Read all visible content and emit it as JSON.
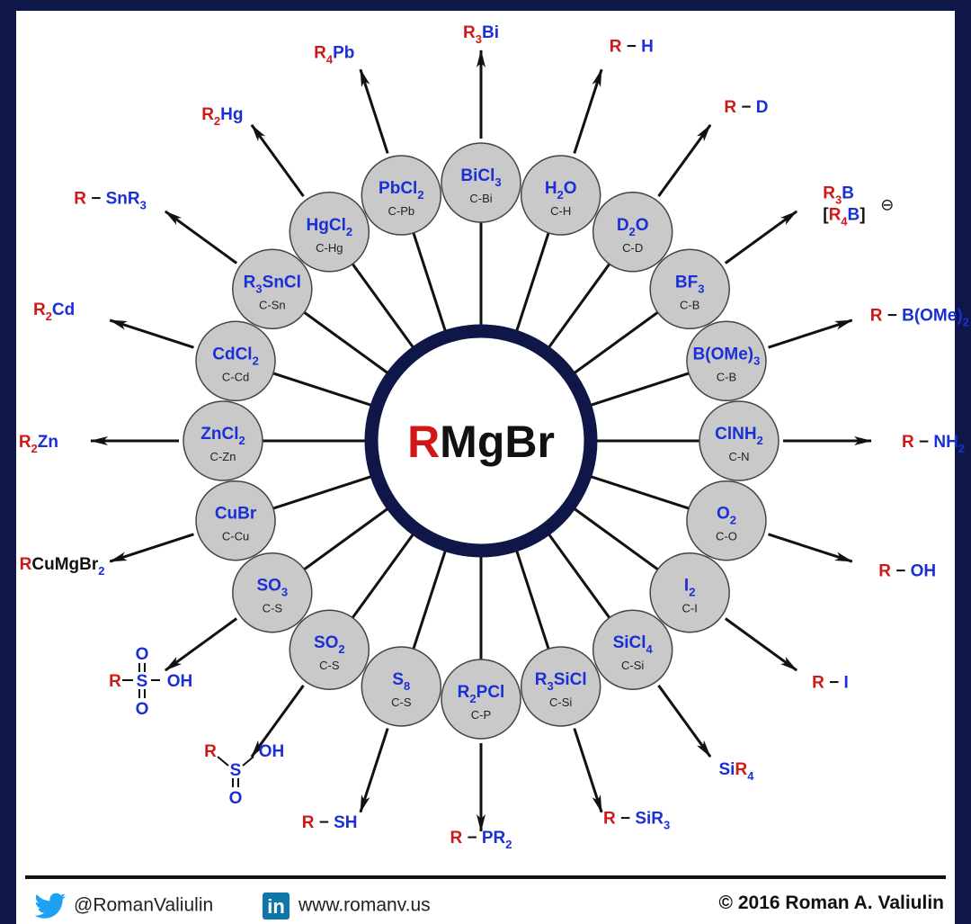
{
  "center": {
    "r": "R",
    "rest": "MgBr"
  },
  "colors": {
    "frame": "#0f1748",
    "ring": "#0f1748",
    "reagent_text": "#1a2fd6",
    "r_red": "#d01818",
    "circle_fill": "#c9c9c9",
    "arrow": "#111111"
  },
  "spokes": [
    {
      "reagent": [
        [
          "BiCl",
          "b"
        ],
        [
          "3",
          "sb"
        ]
      ],
      "bond": "C-Bi",
      "product": [
        [
          "R",
          "r"
        ],
        [
          "3",
          "sr"
        ],
        [
          "Bi",
          "b"
        ]
      ]
    },
    {
      "reagent": [
        [
          "H",
          "b"
        ],
        [
          "2",
          "sb"
        ],
        [
          "O",
          "b"
        ]
      ],
      "bond": "C-H",
      "product": [
        [
          "R",
          "r"
        ],
        [
          " − ",
          "k"
        ],
        [
          "H",
          "b"
        ]
      ]
    },
    {
      "reagent": [
        [
          "D",
          "b"
        ],
        [
          "2",
          "sb"
        ],
        [
          "O",
          "b"
        ]
      ],
      "bond": "C-D",
      "product": [
        [
          "R",
          "r"
        ],
        [
          " − ",
          "k"
        ],
        [
          "D",
          "b"
        ]
      ]
    },
    {
      "reagent": [
        [
          "BF",
          "b"
        ],
        [
          "3",
          "sb"
        ]
      ],
      "bond": "C-B",
      "product": [
        [
          "R",
          "r"
        ],
        [
          "3",
          "sr"
        ],
        [
          "B",
          "b"
        ]
      ],
      "product2": [
        [
          "[",
          "k"
        ],
        [
          "R",
          "r"
        ],
        [
          "4",
          "sr"
        ],
        [
          "B",
          "b"
        ],
        [
          "]",
          "k"
        ]
      ],
      "charge": "⊖"
    },
    {
      "reagent": [
        [
          "B(OMe)",
          "b"
        ],
        [
          "3",
          "sb"
        ]
      ],
      "bond": "C-B",
      "product": [
        [
          "R",
          "r"
        ],
        [
          " − ",
          "k"
        ],
        [
          "B(OMe)",
          "b"
        ],
        [
          "2",
          "sb"
        ]
      ]
    },
    {
      "reagent": [
        [
          "ClNH",
          "b"
        ],
        [
          "2",
          "sb"
        ]
      ],
      "bond": "C-N",
      "product": [
        [
          "R",
          "r"
        ],
        [
          " − ",
          "k"
        ],
        [
          "NH",
          "b"
        ],
        [
          "2",
          "sb"
        ]
      ]
    },
    {
      "reagent": [
        [
          "O",
          "b"
        ],
        [
          "2",
          "sb"
        ]
      ],
      "bond": "C-O",
      "product": [
        [
          "R",
          "r"
        ],
        [
          " − ",
          "k"
        ],
        [
          "OH",
          "b"
        ]
      ]
    },
    {
      "reagent": [
        [
          "I",
          "b"
        ],
        [
          "2",
          "sb"
        ]
      ],
      "bond": "C-I",
      "product": [
        [
          "R",
          "r"
        ],
        [
          " − ",
          "k"
        ],
        [
          "I",
          "b"
        ]
      ]
    },
    {
      "reagent": [
        [
          "SiCl",
          "b"
        ],
        [
          "4",
          "sb"
        ]
      ],
      "bond": "C-Si",
      "product": [
        [
          "Si",
          "b"
        ],
        [
          "R",
          "r"
        ],
        [
          "4",
          "sb"
        ]
      ]
    },
    {
      "reagent": [
        [
          "R",
          "b"
        ],
        [
          "3",
          "sb"
        ],
        [
          "SiCl",
          "b"
        ]
      ],
      "bond": "C-Si",
      "product": [
        [
          "R",
          "r"
        ],
        [
          " − ",
          "k"
        ],
        [
          "SiR",
          "b"
        ],
        [
          "3",
          "sb"
        ]
      ]
    },
    {
      "reagent": [
        [
          "R",
          "b"
        ],
        [
          "2",
          "sb"
        ],
        [
          "PCl",
          "b"
        ]
      ],
      "bond": "C-P",
      "product": [
        [
          "R",
          "r"
        ],
        [
          " − ",
          "k"
        ],
        [
          "PR",
          "b"
        ],
        [
          "2",
          "sb"
        ]
      ]
    },
    {
      "reagent": [
        [
          "S",
          "b"
        ],
        [
          "8",
          "sb"
        ]
      ],
      "bond": "C-S",
      "product": [
        [
          "R",
          "r"
        ],
        [
          " − ",
          "k"
        ],
        [
          "SH",
          "b"
        ]
      ]
    },
    {
      "reagent": [
        [
          "SO",
          "b"
        ],
        [
          "2",
          "sb"
        ]
      ],
      "bond": "C-S",
      "product_struct": "sulfinic"
    },
    {
      "reagent": [
        [
          "SO",
          "b"
        ],
        [
          "3",
          "sb"
        ]
      ],
      "bond": "C-S",
      "product_struct": "sulfonic"
    },
    {
      "reagent": [
        [
          "CuBr",
          "b"
        ]
      ],
      "bond": "C-Cu",
      "product": [
        [
          "R",
          "r"
        ],
        [
          "CuMgBr",
          "k"
        ],
        [
          "2",
          "sb"
        ]
      ]
    },
    {
      "reagent": [
        [
          "ZnCl",
          "b"
        ],
        [
          "2",
          "sb"
        ]
      ],
      "bond": "C-Zn",
      "product": [
        [
          "R",
          "r"
        ],
        [
          "2",
          "sr"
        ],
        [
          "Zn",
          "b"
        ]
      ]
    },
    {
      "reagent": [
        [
          "CdCl",
          "b"
        ],
        [
          "2",
          "sb"
        ]
      ],
      "bond": "C-Cd",
      "product": [
        [
          "R",
          "r"
        ],
        [
          "2",
          "sr"
        ],
        [
          "Cd",
          "b"
        ]
      ]
    },
    {
      "reagent": [
        [
          "R",
          "b"
        ],
        [
          "3",
          "sb"
        ],
        [
          "SnCl",
          "b"
        ]
      ],
      "bond": "C-Sn",
      "product": [
        [
          "R",
          "r"
        ],
        [
          " − ",
          "k"
        ],
        [
          "SnR",
          "b"
        ],
        [
          "3",
          "sb"
        ]
      ]
    },
    {
      "reagent": [
        [
          "HgCl",
          "b"
        ],
        [
          "2",
          "sb"
        ]
      ],
      "bond": "C-Hg",
      "product": [
        [
          "R",
          "r"
        ],
        [
          "2",
          "sr"
        ],
        [
          "Hg",
          "b"
        ]
      ]
    },
    {
      "reagent": [
        [
          "PbCl",
          "b"
        ],
        [
          "2",
          "sb"
        ]
      ],
      "bond": "C-Pb",
      "product": [
        [
          "R",
          "r"
        ],
        [
          "4",
          "sr"
        ],
        [
          "Pb",
          "b"
        ]
      ]
    }
  ],
  "struct_text": {
    "r": "R",
    "s": "S",
    "o": "O",
    "oh": "OH"
  },
  "footer": {
    "twitter": "@RomanValiulin",
    "linkedin_icon": "in",
    "website": "www.romanv.us",
    "copyright": "© 2016 Roman A. Valiulin"
  }
}
